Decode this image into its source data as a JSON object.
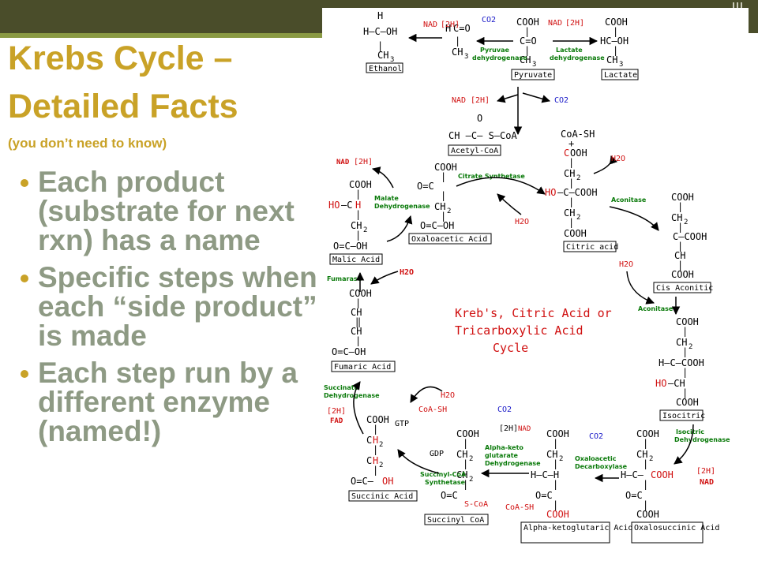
{
  "slide": {
    "title_line1": "Krebs Cycle –",
    "title_line2": "Detailed Facts",
    "subtitle": "(you don’t need to know)",
    "bullets": [
      "Each product (substrate for next rxn) has a name",
      "Specific steps when each “side product” is made",
      "Each step run by a different enzyme (named!)"
    ],
    "colors": {
      "topbar": "#4a4d2a",
      "accent": "#8a9a44",
      "title": "#c9a227",
      "bullet_text": "#8e9a84"
    }
  },
  "diagram": {
    "center_title": [
      "Kreb's, Citric Acid or",
      "Tricarboxylic Acid",
      "Cycle"
    ],
    "compounds": {
      "ethanol": "Ethanol",
      "pyruvate": "Pyruvate",
      "lactate": "Lactate",
      "acetyl_coa": "Acetyl-CoA",
      "oxaloacetic": "Oxaloacetic Acid",
      "citric": "Citric acid",
      "cis_aconitic": "Cis Aconitic",
      "isocitric": "Isocitric",
      "oxalosuccinic": "Oxalosuccinic Acid",
      "alpha_ketoglutaric": "Alpha-ketoglutaric Acid",
      "succinyl_coa": "Succinyl CoA",
      "succinic": "Succinic Acid",
      "fumaric": "Fumaric Acid",
      "malic": "Malic Acid"
    },
    "enzymes": {
      "pyruvate_dh": "Pyruvae dehydrogenase",
      "lactate_dh": "Lactate dehydrogenase",
      "citrate_synthetase": "Citrate Synthetase",
      "aconitase_1": "Aconitase",
      "aconitase_2": "Aconitase",
      "isocitric_dh": "Isocitric Dehydrogenase",
      "oxaloacetic_decarboxylase": "Oxaloacetic Decarboxylase",
      "alpha_keto_dh": "Alpha-keto glutarate Dehydrogenase",
      "succinyl_coa_synthetase": "Succinyl-CoA Synthetase",
      "succinate_dh": "Succinate Dehydrogenase",
      "fumarase": "Fumarase",
      "malate_dh": "Malate Dehydrogenase"
    },
    "cofactors": {
      "nad": "NAD",
      "h2": "[2H]",
      "co2": "CO2",
      "h2o": "H2O",
      "fad": "FAD",
      "coash": "CoA-SH",
      "gtp": "GTP",
      "gdp": "GDP"
    }
  }
}
